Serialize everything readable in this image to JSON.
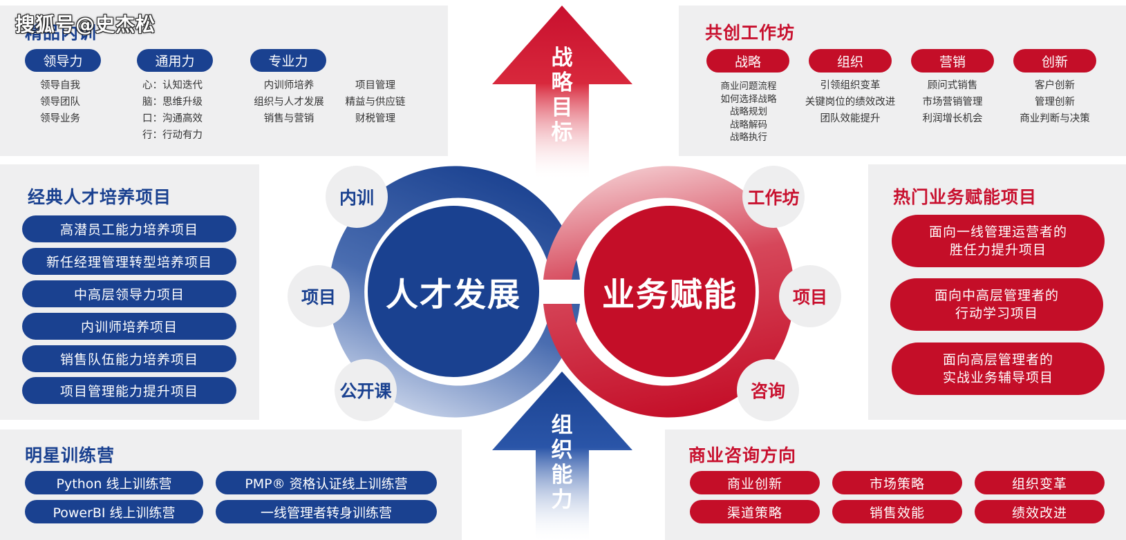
{
  "watermark": "搜狐号@史杰松",
  "neixun": {
    "title": "精品内训",
    "tags": [
      "领导力",
      "通用力",
      "专业力"
    ],
    "leadership": [
      "领导自我",
      "领导团队",
      "领导业务"
    ],
    "general": [
      {
        "k": "心：",
        "v": "认知迭代"
      },
      {
        "k": "脑：",
        "v": "思维升级"
      },
      {
        "k": "口：",
        "v": "沟通高效"
      },
      {
        "k": "行：",
        "v": "行动有力"
      }
    ],
    "professional_a": [
      "内训师培养",
      "组织与人才发展",
      "销售与营销"
    ],
    "professional_b": [
      "项目管理",
      "精益与供应链",
      "财税管理"
    ]
  },
  "workshop": {
    "title": "共创工作坊",
    "tags": [
      "战略",
      "组织",
      "营销",
      "创新"
    ],
    "strategy": [
      "商业问题流程",
      "如何选择战略",
      "战略规划",
      "战略解码",
      "战略执行"
    ],
    "organization": [
      "引领组织变革",
      "关键岗位的绩效改进",
      "团队效能提升"
    ],
    "marketing": [
      "顾问式销售",
      "市场营销管理",
      "利润增长机会"
    ],
    "innovation": [
      "客户创新",
      "管理创新",
      "商业判断与决策"
    ]
  },
  "classic": {
    "title": "经典人才培养项目",
    "items": [
      "高潜员工能力培养项目",
      "新任经理管理转型培养项目",
      "中高层领导力项目",
      "内训师培养项目",
      "销售队伍能力培养项目",
      "项目管理能力提升项目"
    ]
  },
  "hot": {
    "title": "热门业务赋能项目",
    "items": [
      [
        "面向一线管理运营者的",
        "胜任力提升项目"
      ],
      [
        "面向中高层管理者的",
        "行动学习项目"
      ],
      [
        "面向高层管理者的",
        "实战业务辅导项目"
      ]
    ]
  },
  "camp": {
    "title": "明星训练营",
    "items": [
      "Python 线上训练营",
      "PMP® 资格认证线上训练营",
      "PowerBI 线上训练营",
      "一线管理者转身训练营"
    ]
  },
  "consult": {
    "title": "商业咨询方向",
    "items": [
      "商业创新",
      "市场策略",
      "组织变革",
      "渠道策略",
      "销售效能",
      "绩效改进"
    ]
  },
  "center": {
    "left_core": "人才发展",
    "right_core": "业务赋能",
    "left_nodes": [
      "内训",
      "项目",
      "公开课"
    ],
    "right_nodes": [
      "工作坊",
      "项目",
      "咨询"
    ],
    "arrow_up": [
      "战",
      "略",
      "目",
      "标"
    ],
    "arrow_down": [
      "组",
      "织",
      "能",
      "力"
    ]
  },
  "colors": {
    "blue": "#1a4190",
    "red": "#c8102e",
    "panel": "#efeff0"
  }
}
